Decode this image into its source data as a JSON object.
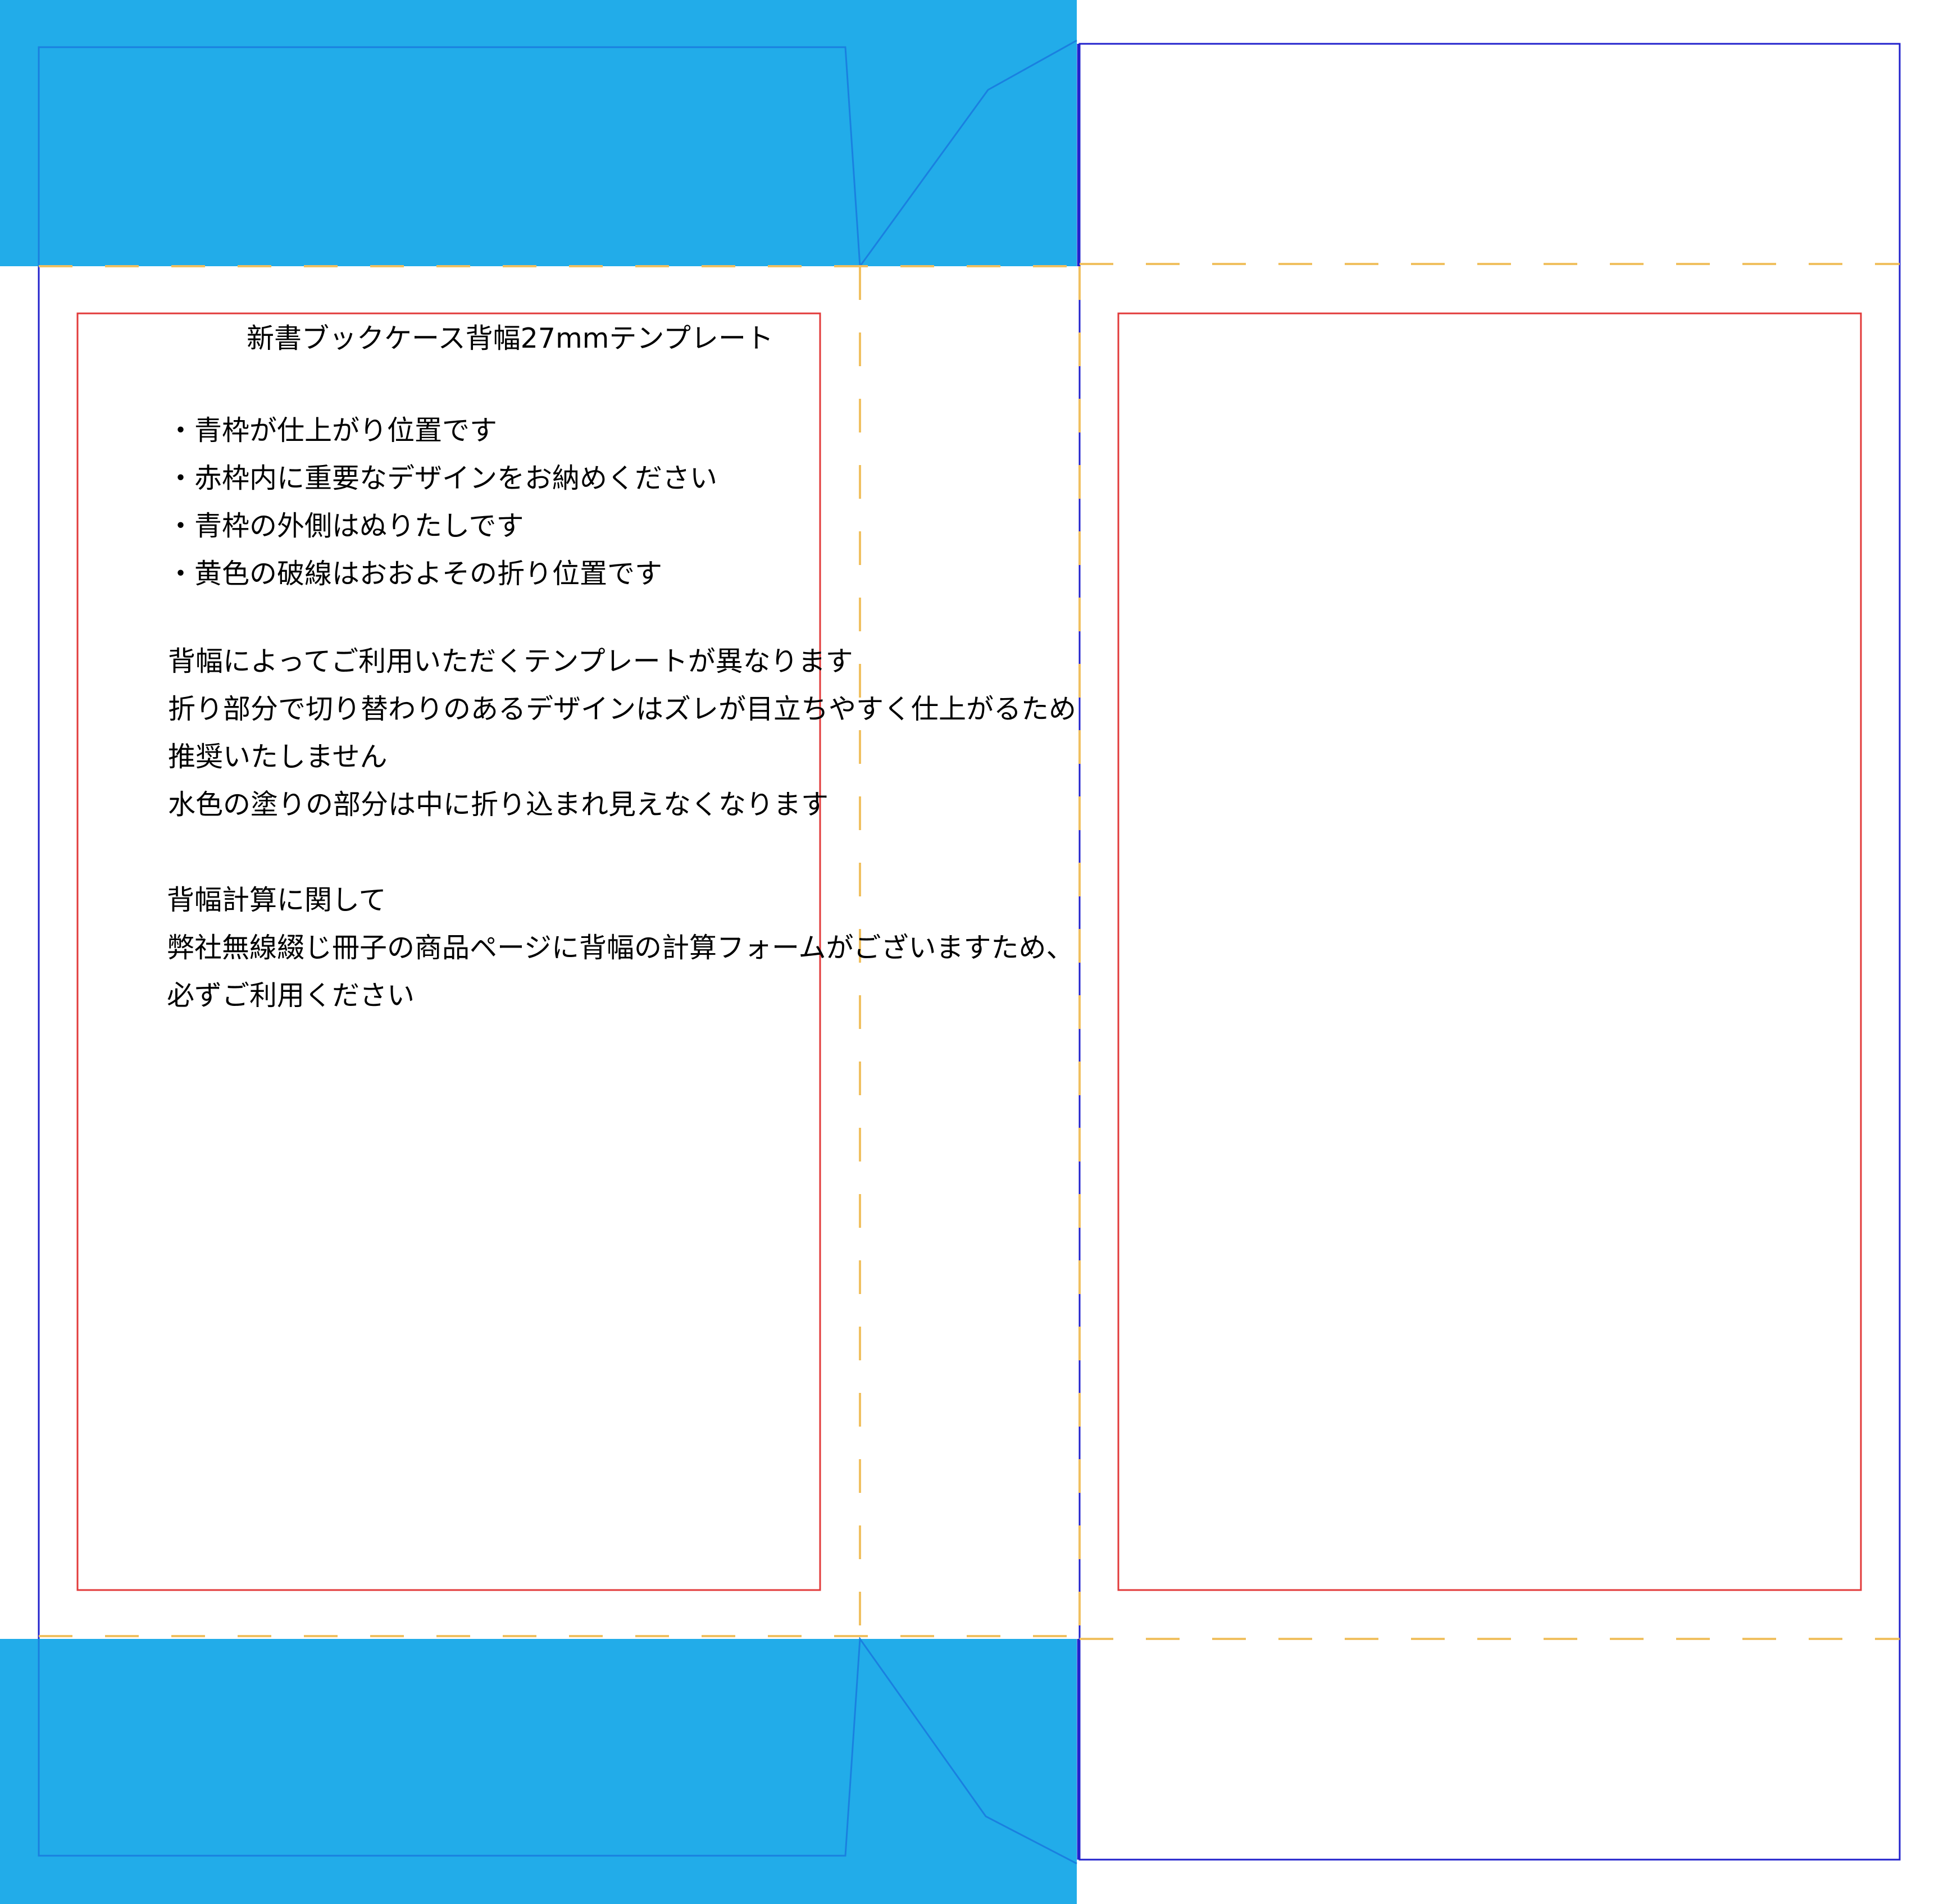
{
  "template": {
    "title": "新書ブックケース背幅27mmテンプレート",
    "bullets": [
      "・青枠が仕上がり位置です",
      "・赤枠内に重要なデザインをお納めください",
      "・青枠の外側はぬりたしです",
      "・黄色の破線はおおよその折り位置です"
    ],
    "notes": [
      "背幅によってご利用いただくテンプレートが異なります",
      "折り部分で切り替わりのあるデザインはズレが目立ちやすく仕上がるため",
      "推奨いたしません",
      "水色の塗りの部分は中に折り込まれ見えなくなります"
    ],
    "spine_calc": [
      "背幅計算に関して",
      "弊社無線綴じ冊子の商品ページに背幅の計算フォームがございますため、",
      "必ずご利用ください"
    ]
  },
  "colors": {
    "fold_fill": "#22ace9",
    "trim_line": "#2222cc",
    "safe_line": "#e23a3a",
    "fold_line": "#f0c060",
    "flap_line": "#1a80e0"
  }
}
